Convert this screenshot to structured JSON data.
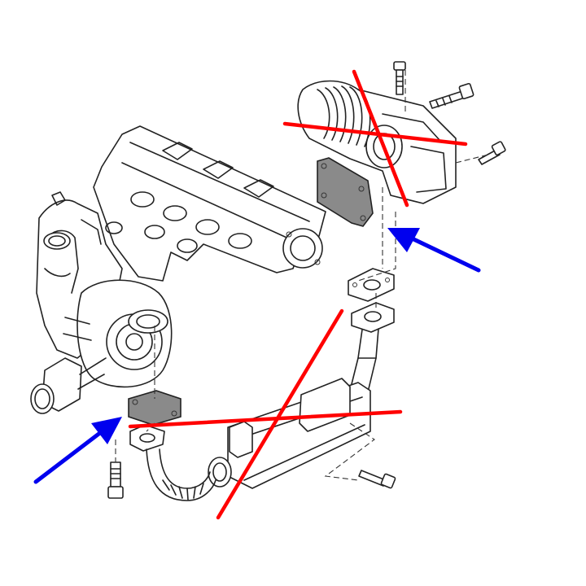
{
  "diagram": {
    "parts": [
      {
        "id": "engine-block",
        "icon": "engine-block-icon"
      },
      {
        "id": "intake-manifold",
        "icon": "manifold-icon"
      },
      {
        "id": "turbocharger",
        "icon": "turbo-icon"
      },
      {
        "id": "egr-valve",
        "icon": "egr-valve-icon",
        "crossed_out": true
      },
      {
        "id": "egr-valve-gasket",
        "icon": "gasket-icon",
        "highlighted": true
      },
      {
        "id": "egr-pipe",
        "icon": "pipe-icon"
      },
      {
        "id": "egr-cooler",
        "icon": "cooler-icon",
        "crossed_out": true
      },
      {
        "id": "turbo-flange-gasket",
        "icon": "gasket-icon",
        "highlighted": true
      },
      {
        "id": "pipe-gasket",
        "icon": "gasket-icon"
      }
    ],
    "colors": {
      "line": "#222222",
      "gasket_fill": "#8a8a8a",
      "cross_mark": "#ff0000",
      "arrow": "#0000ee"
    }
  }
}
